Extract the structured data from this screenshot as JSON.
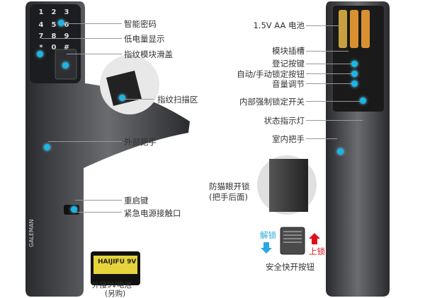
{
  "colors": {
    "accent_dot": "#19b6e8",
    "unlock": "#2aa8e0",
    "lock": "#e0101a",
    "lock_body": "#3a3c40"
  },
  "keypad": [
    "1",
    "2",
    "3",
    "4",
    "5",
    "6",
    "7",
    "8",
    "9",
    "*",
    "0",
    "#"
  ],
  "brand_logo": "GALEMAN",
  "battery_brand": "HAIJIFU 9V",
  "left_labels": {
    "smart_password": "智能密码",
    "low_battery": "低电量显示",
    "fingerprint_cover": "指纹模块滑盖",
    "fingerprint_scan": "指纹扫描区",
    "outer_handle": "外部把手",
    "reset_key": "重启键",
    "emergency_power": "紧急电源接触口",
    "battery_9v": "外接9V电池",
    "battery_9v_note": "(另购)"
  },
  "right_labels": {
    "aa_battery": "1.5V AA 电池",
    "module_slot": "模块插槽",
    "register_key": "登记按键",
    "auto_manual_lock": "自动/手动锁定按钮",
    "volume": "音量调节",
    "force_lock": "内部强制锁定开关",
    "status_led": "状态指示灯",
    "inner_handle": "室内把手",
    "anti_peephole": "防猫眼开锁",
    "anti_peephole_note": "(把手后面)",
    "unlock": "解锁",
    "lock": "上锁",
    "quick_open": "安全快开按钮"
  }
}
